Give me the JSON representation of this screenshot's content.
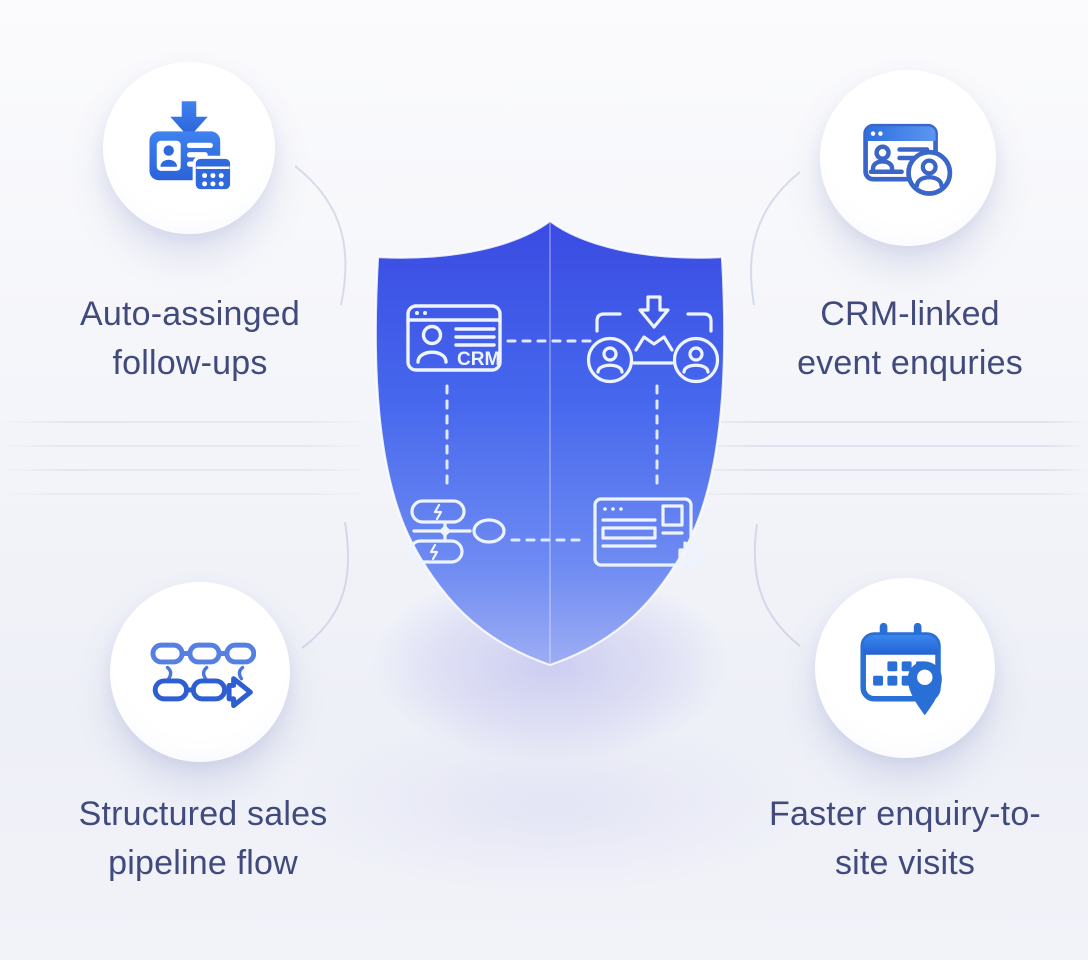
{
  "page": {
    "title": "CRM features shield infographic"
  },
  "colors": {
    "accent_blue": "#3568df",
    "shield_top": "#3a4fe4",
    "shield_mid": "#4a6bee",
    "shield_bottom": "#93a7f3",
    "label_text": "#414a7c",
    "shield_icon_stroke": "#eef4ff",
    "circle_fill": "#ffffff",
    "glow_lavender": "#b0b0eb"
  },
  "features": [
    {
      "position": "top-left",
      "icon": "idcard-download-icon",
      "line1": "Auto-assinged",
      "line2": "follow-ups"
    },
    {
      "position": "top-right",
      "icon": "browser-contact-icon",
      "line1": "CRM-linked",
      "line2": "event enquries"
    },
    {
      "position": "bottom-left",
      "icon": "pipeline-flow-icon",
      "line1": "Structured sales",
      "line2": "pipeline flow"
    },
    {
      "position": "bottom-right",
      "icon": "calendar-location-icon",
      "line1": "Faster enquiry-to-",
      "line2": "site visits"
    }
  ],
  "shield": {
    "crm_label": "CRM",
    "icons": [
      "crm-browser-icon",
      "lead-assign-icon",
      "automation-toggles-icon",
      "document-forward-icon"
    ]
  }
}
